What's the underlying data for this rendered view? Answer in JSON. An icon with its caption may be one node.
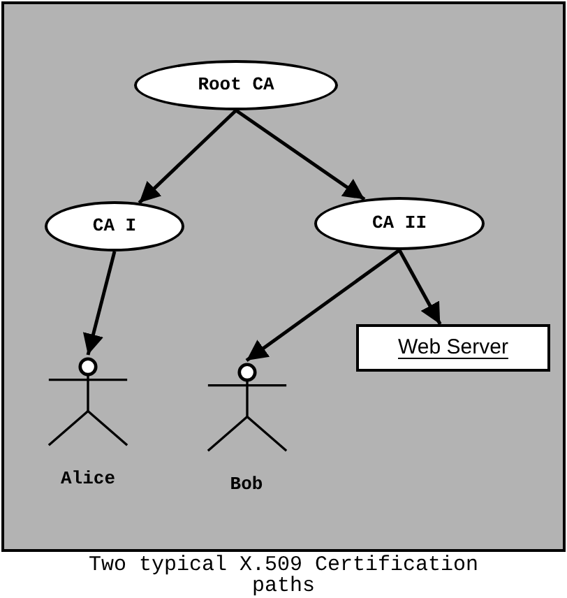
{
  "diagram": {
    "caption": "Two typical X.509 Certification paths",
    "nodes": [
      {
        "text": [
          "Root CA"
        ]
      },
      {
        "text": [
          "CA I"
        ]
      },
      {
        "text": [
          "CA II"
        ]
      },
      {
        "text": [
          "Alice"
        ]
      },
      {
        "text": [
          "Bob"
        ]
      },
      {
        "text": [
          "Web Server"
        ]
      }
    ],
    "edges": [
      {
        "from": 0,
        "to": 1,
        "arrow": "to"
      },
      {
        "from": 0,
        "to": 2,
        "arrow": "to"
      },
      {
        "from": 1,
        "to": 3,
        "arrow": "to"
      },
      {
        "from": 2,
        "to": 4,
        "arrow": "to"
      },
      {
        "from": 2,
        "to": 5,
        "arrow": "to"
      }
    ]
  }
}
